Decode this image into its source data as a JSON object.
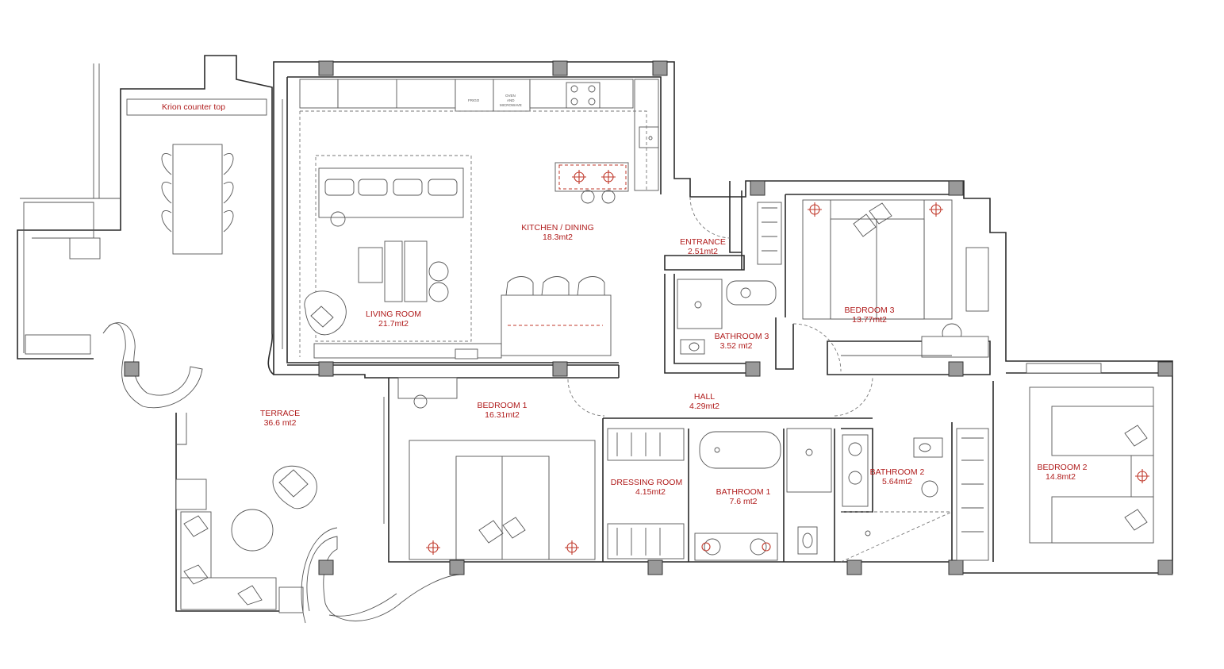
{
  "annotations": {
    "krion": "Krion counter top",
    "frigo": "FRIGO",
    "oven_1": "OVEN",
    "oven_2": "AND",
    "oven_3": "MICROWAVE"
  },
  "rooms": [
    {
      "id": "kitchen",
      "name": "KITCHEN / DINING",
      "area": "18.3mt2"
    },
    {
      "id": "entrance",
      "name": "ENTRANCE",
      "area": "2.51mt2"
    },
    {
      "id": "bedroom3",
      "name": "BEDROOM 3",
      "area": "13.77mt2"
    },
    {
      "id": "living",
      "name": "LIVING ROOM",
      "area": "21.7mt2"
    },
    {
      "id": "bathroom3",
      "name": "BATHROOM 3",
      "area": "3.52 mt2"
    },
    {
      "id": "terrace",
      "name": "TERRACE",
      "area": "36.6 mt2"
    },
    {
      "id": "bedroom1",
      "name": "BEDROOM 1",
      "area": "16.31mt2"
    },
    {
      "id": "hall",
      "name": "HALL",
      "area": "4.29mt2"
    },
    {
      "id": "dressing",
      "name": "DRESSING ROOM",
      "area": "4.15mt2"
    },
    {
      "id": "bathroom1",
      "name": "BATHROOM 1",
      "area": "7.6 mt2"
    },
    {
      "id": "bathroom2",
      "name": "BATHROOM 2",
      "area": "5.64mt2"
    },
    {
      "id": "bedroom2",
      "name": "BEDROOM 2",
      "area": "14.8mt2"
    }
  ],
  "colors": {
    "label": "#b01c1c",
    "wall": "#2a2a2a",
    "column": "#9a9a9a",
    "light_fixture": "#c0392b"
  }
}
